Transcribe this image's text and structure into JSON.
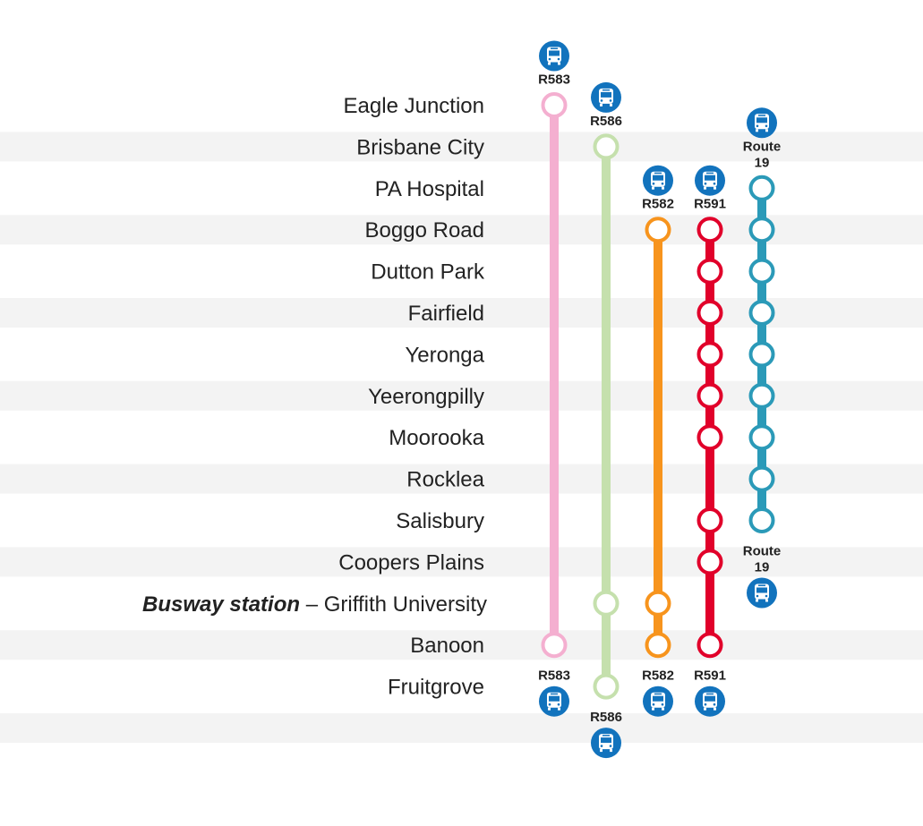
{
  "stations": [
    {
      "name": "Eagle Junction"
    },
    {
      "name": "Brisbane City"
    },
    {
      "name": "PA Hospital"
    },
    {
      "name": "Boggo Road"
    },
    {
      "name": "Dutton Park"
    },
    {
      "name": "Fairfield"
    },
    {
      "name": "Yeronga"
    },
    {
      "name": "Yeerongpilly"
    },
    {
      "name": "Moorooka"
    },
    {
      "name": "Rocklea"
    },
    {
      "name": "Salisbury"
    },
    {
      "name": "Coopers Plains"
    },
    {
      "name": "Griffith University",
      "prefix": "Busway station",
      "separator": " – "
    },
    {
      "name": "Banoon"
    },
    {
      "name": "Fruitgrove"
    }
  ],
  "routes": [
    {
      "label": [
        "R583"
      ],
      "color": "#f4afd0",
      "stops": [
        0,
        13
      ],
      "icon": "bus-icon"
    },
    {
      "label": [
        "R586"
      ],
      "color": "#c5e0ad",
      "stops": [
        1,
        12,
        14
      ],
      "icon": "bus-icon"
    },
    {
      "label": [
        "R582"
      ],
      "color": "#f7941d",
      "stops": [
        3,
        12,
        13
      ],
      "icon": "bus-icon"
    },
    {
      "label": [
        "R591"
      ],
      "color": "#e1002a",
      "stops": [
        3,
        4,
        5,
        6,
        7,
        8,
        10,
        11,
        13
      ],
      "icon": "bus-icon"
    },
    {
      "label": [
        "Route",
        "19"
      ],
      "color": "#2b9ab8",
      "stops": [
        2,
        3,
        4,
        5,
        6,
        7,
        8,
        9,
        10
      ],
      "icon": "bus-icon"
    }
  ],
  "colors": {
    "icon_bg": "#1273bd",
    "stripe": "#f3f3f3",
    "text": "#222222"
  }
}
